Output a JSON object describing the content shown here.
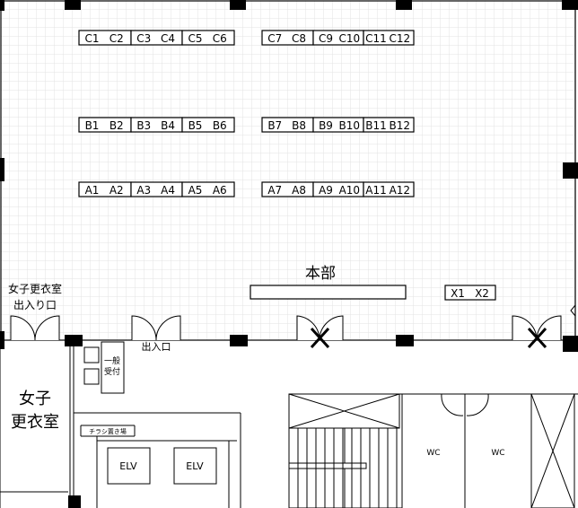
{
  "hall": {
    "booth_rows": [
      {
        "row": "C",
        "booths": [
          "C1",
          "C2",
          "C3",
          "C4",
          "C5",
          "C6",
          "C7",
          "C8",
          "C9",
          "C10",
          "C11",
          "C12"
        ]
      },
      {
        "row": "B",
        "booths": [
          "B1",
          "B2",
          "B3",
          "B4",
          "B5",
          "B6",
          "B7",
          "B8",
          "B9",
          "B10",
          "B11",
          "B12"
        ]
      },
      {
        "row": "A",
        "booths": [
          "A1",
          "A2",
          "A3",
          "A4",
          "A5",
          "A6",
          "A7",
          "A8",
          "A9",
          "A10",
          "A11",
          "A12"
        ]
      }
    ],
    "extra_booths": [
      "X1",
      "X2"
    ],
    "hq_label": "本部"
  },
  "labels": {
    "dressing_entrance_line1": "女子更衣室",
    "dressing_entrance_line2": "出入り口",
    "main_entrance": "出入口",
    "general_reception_line1": "一般",
    "general_reception_line2": "受付",
    "dressing_room_line1": "女子",
    "dressing_room_line2": "更衣室",
    "flyer_area": "チラシ置き場",
    "elevator_left": "ELV",
    "elevator_right": "ELV",
    "toilet_left": "WC",
    "toilet_right": "WC"
  }
}
